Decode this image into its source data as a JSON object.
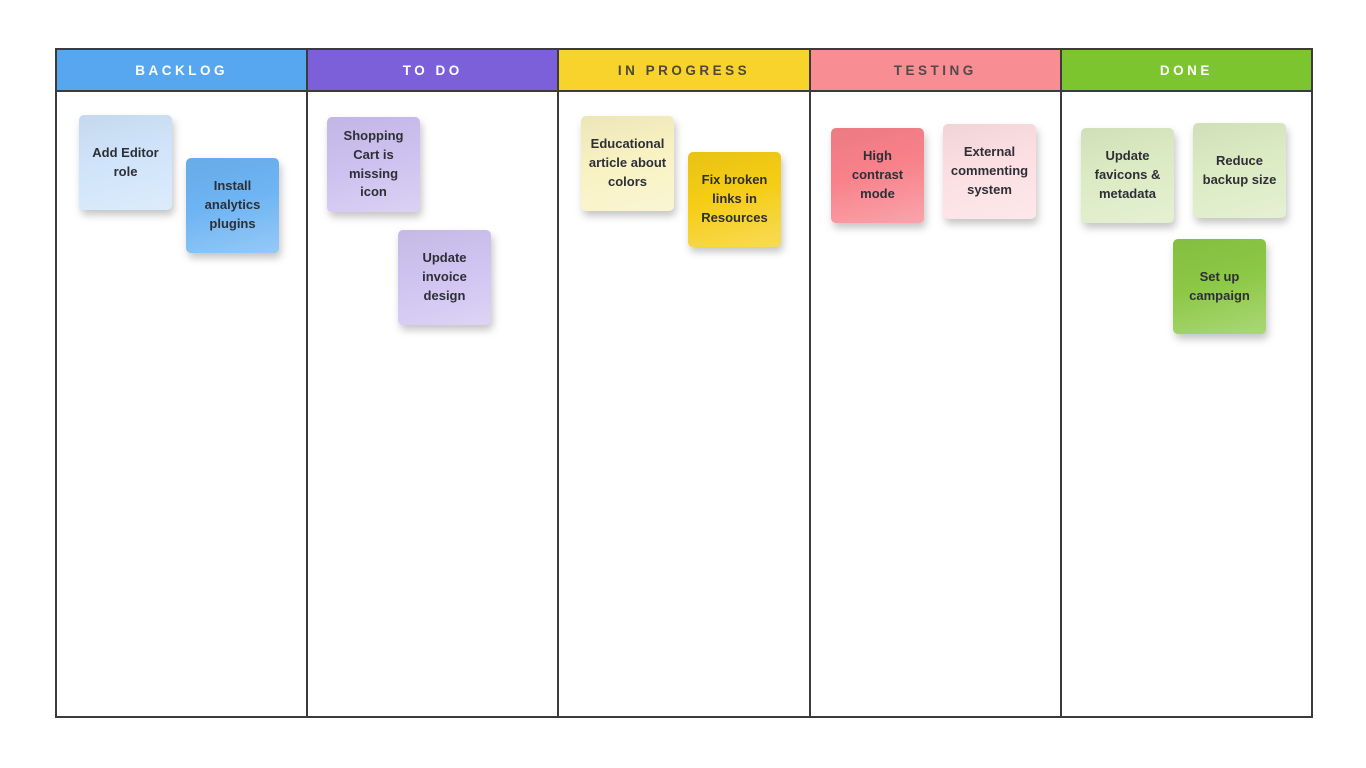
{
  "board": {
    "border_color": "#3b3b3b",
    "note_text_color": "#2e2f36",
    "columns": [
      {
        "title": "BACKLOG",
        "header_bg": "#57a7f0",
        "header_text_color": "#ffffff",
        "notes": [
          {
            "text": "Add Editor role",
            "bg": "#cfe4fa"
          },
          {
            "text": "Install analytics plugins",
            "bg": "#6db4f3"
          }
        ]
      },
      {
        "title": "TO DO",
        "header_bg": "#7b60da",
        "header_text_color": "#ffffff",
        "notes": [
          {
            "text": "Shopping Cart is missing icon",
            "bg": "#ccc0ef"
          },
          {
            "text": "Update invoice design",
            "bg": "#cfc3f1"
          }
        ]
      },
      {
        "title": "IN PROGRESS",
        "header_bg": "#f8d32b",
        "header_text_color": "#4d4936",
        "notes": [
          {
            "text": "Educational article about colors",
            "bg": "#f8f2c2"
          },
          {
            "text": "Fix broken links in Resources",
            "bg": "#f5cd15"
          }
        ]
      },
      {
        "title": "TESTING",
        "header_bg": "#f98d94",
        "header_text_color": "#504a4a",
        "notes": [
          {
            "text": "High contrast mode",
            "bg": "#f8818a"
          },
          {
            "text": "External commenting system",
            "bg": "#fcdfe3"
          }
        ]
      },
      {
        "title": "DONE",
        "header_bg": "#7dc52f",
        "header_text_color": "#ffffff",
        "notes": [
          {
            "text": "Update favicons & metadata",
            "bg": "#dbebc3"
          },
          {
            "text": "Reduce backup size",
            "bg": "#dbebc3"
          },
          {
            "text": "Set up campaign",
            "bg": "#8bc844"
          }
        ]
      }
    ]
  }
}
